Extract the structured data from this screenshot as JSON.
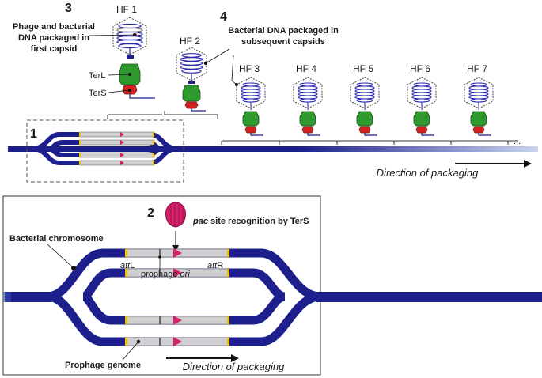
{
  "panel_numbers": {
    "one": "1",
    "two": "2",
    "three": "3",
    "four": "4"
  },
  "headfuls": [
    "HF 1",
    "HF 2",
    "HF 3",
    "HF 4",
    "HF 5",
    "HF 6",
    "HF 7"
  ],
  "ellipsis": "...",
  "labels": {
    "first_capsid_line1": "Phage and bacterial",
    "first_capsid_line2": "DNA packaged in",
    "first_capsid_line3": "first capsid",
    "subsequent_line1": "Bacterial DNA packaged in",
    "subsequent_line2": "subsequent capsids",
    "terL": "TerL",
    "terS": "TerS",
    "direction_top": "Direction of packaging",
    "pac_site_bold": "pac",
    "pac_site_rest": " site recognition by TerS",
    "bacterial_chromosome": "Bacterial chromosome",
    "attL_italic": "att",
    "attL_suffix": "L",
    "attR_italic": "att",
    "attR_suffix": "R",
    "prophage_ori_prefix": "prophage ",
    "prophage_ori_italic": "ori",
    "prophage_genome": "Prophage genome",
    "direction_bottom": "Direction of packaging"
  },
  "colors": {
    "chromosome": "#1c1f8c",
    "prophage_fill": "#cfcfcf",
    "att_site": "#f2c200",
    "ori_mark": "#666666",
    "pac_arrow": "#d6206a",
    "terL": "#2e9a2e",
    "terS": "#d42020",
    "capsid_dna": "#2a2ab0"
  }
}
